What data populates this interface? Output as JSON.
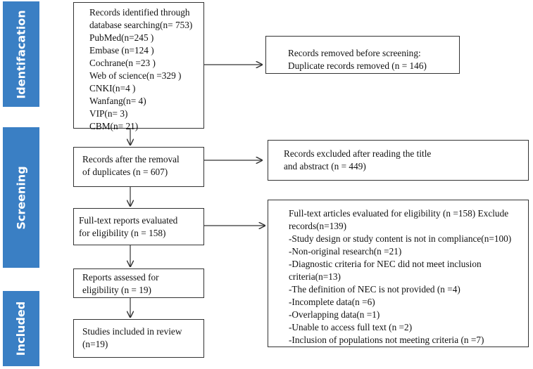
{
  "stages": {
    "identification": "Identifacation",
    "screening": "Screening",
    "included": "Included"
  },
  "boxes": {
    "identified": {
      "lines": [
        "Records identified through",
        "database searching(n= 753)",
        "PubMed(n=245 )",
        "Embase (n=124 )",
        "Cochrane(n =23 )",
        "Web of science(n =329 )",
        "CNKI(n=4 )",
        "Wanfang(n= 4)",
        "VIP(n= 3)",
        "CBM(n= 21)"
      ]
    },
    "removed_before_screening": {
      "lines": [
        "Records removed before screening:",
        "Duplicate records removed (n = 146)"
      ]
    },
    "after_removal": {
      "lines": [
        "Records after the removal",
        "of duplicates (n = 607)"
      ]
    },
    "excluded_title_abstract": {
      "lines": [
        "Records excluded after reading the title",
        "and abstract (n = 449)"
      ]
    },
    "fulltext_evaluated": {
      "lines": [
        "Full-text reports evaluated",
        "for eligibility (n = 158)"
      ]
    },
    "fulltext_excluded": {
      "lines": [
        "Full-text articles evaluated for eligibility (n =158) Exclude",
        "records(n=139)",
        "-Study design or study content is not in compliance(n=100)",
        "-Non-original research(n =21)",
        "-Diagnostic criteria for NEC did not meet inclusion",
        "criteria(n=13)",
        "-The definition of NEC is not provided (n =4)",
        "-Incomplete data(n =6)",
        "-Overlapping data(n =1)",
        "-Unable to access full text (n =2)",
        "-Inclusion of populations not meeting criteria (n =7)"
      ]
    },
    "assessed": {
      "lines": [
        "Reports assessed for",
        "eligibility (n = 19)"
      ]
    },
    "included": {
      "lines": [
        "Studies included in review",
        "(n=19)"
      ]
    }
  }
}
